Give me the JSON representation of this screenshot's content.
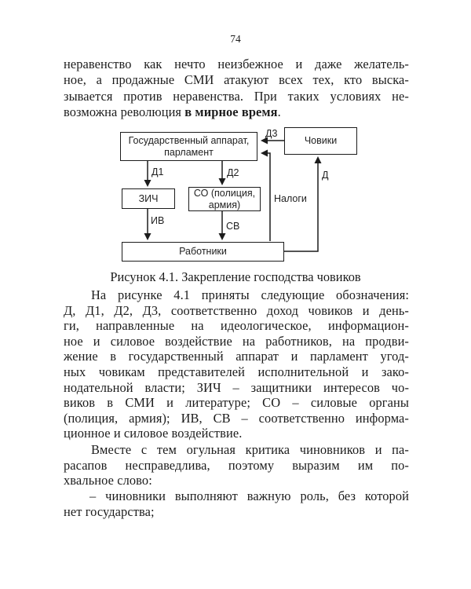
{
  "page": {
    "number": "74"
  },
  "ink_color": "#1c1c1c",
  "para1": {
    "lines": [
      "неравенство как нечто неизбежное и даже желатель-",
      "ное, а продажные СМИ атакуют всех тех, кто выска-",
      "зывается против неравенства. При таких условиях не-"
    ],
    "last_line": {
      "normal": "возможна революция ",
      "bold": "в мирное время",
      "tail": "."
    }
  },
  "figure": {
    "boxes": {
      "gov_line1": "Государственный аппарат,",
      "gov_line2": "парламент",
      "choviki": "Човики",
      "zich": "ЗИЧ",
      "so_line1": "СО (полиция,",
      "so_line2": "армия)",
      "workers": "Работники"
    },
    "labels": {
      "d3": "Д3",
      "d1": "Д1",
      "d2": "Д2",
      "d": "Д",
      "iv": "ИВ",
      "sv": "СВ",
      "taxes": "Налоги"
    },
    "caption": "Рисунок 4.1. Закрепление господства човиков"
  },
  "para2": {
    "lines": [
      "На рисунке 4.1 приняты следующие обозначения:",
      "Д, Д1, Д2, Д3, соответственно доход човиков и день-",
      "ги, направленные на идеологическое, информацион-",
      "ное и силовое воздействие на работников, на продви-",
      "жение в государственный аппарат и парламент угод-",
      "ных човикам представителей исполнительной и зако-",
      "нодательной власти; ЗИЧ – защитники интересов чо-",
      "виков в СМИ и литературе; СО – силовые органы",
      "(полиция, армия); ИВ, СВ – соответственно информа-",
      "ционное и силовое воздействие."
    ]
  },
  "para3": {
    "lines": [
      "Вместе с тем огульная критика чиновников и па-",
      "расапов несправедлива, поэтому выразим им по-",
      "хвальное слово:"
    ]
  },
  "para4": {
    "lines": [
      "– чиновники выполняют важную роль, без которой",
      "нет государства;"
    ]
  }
}
